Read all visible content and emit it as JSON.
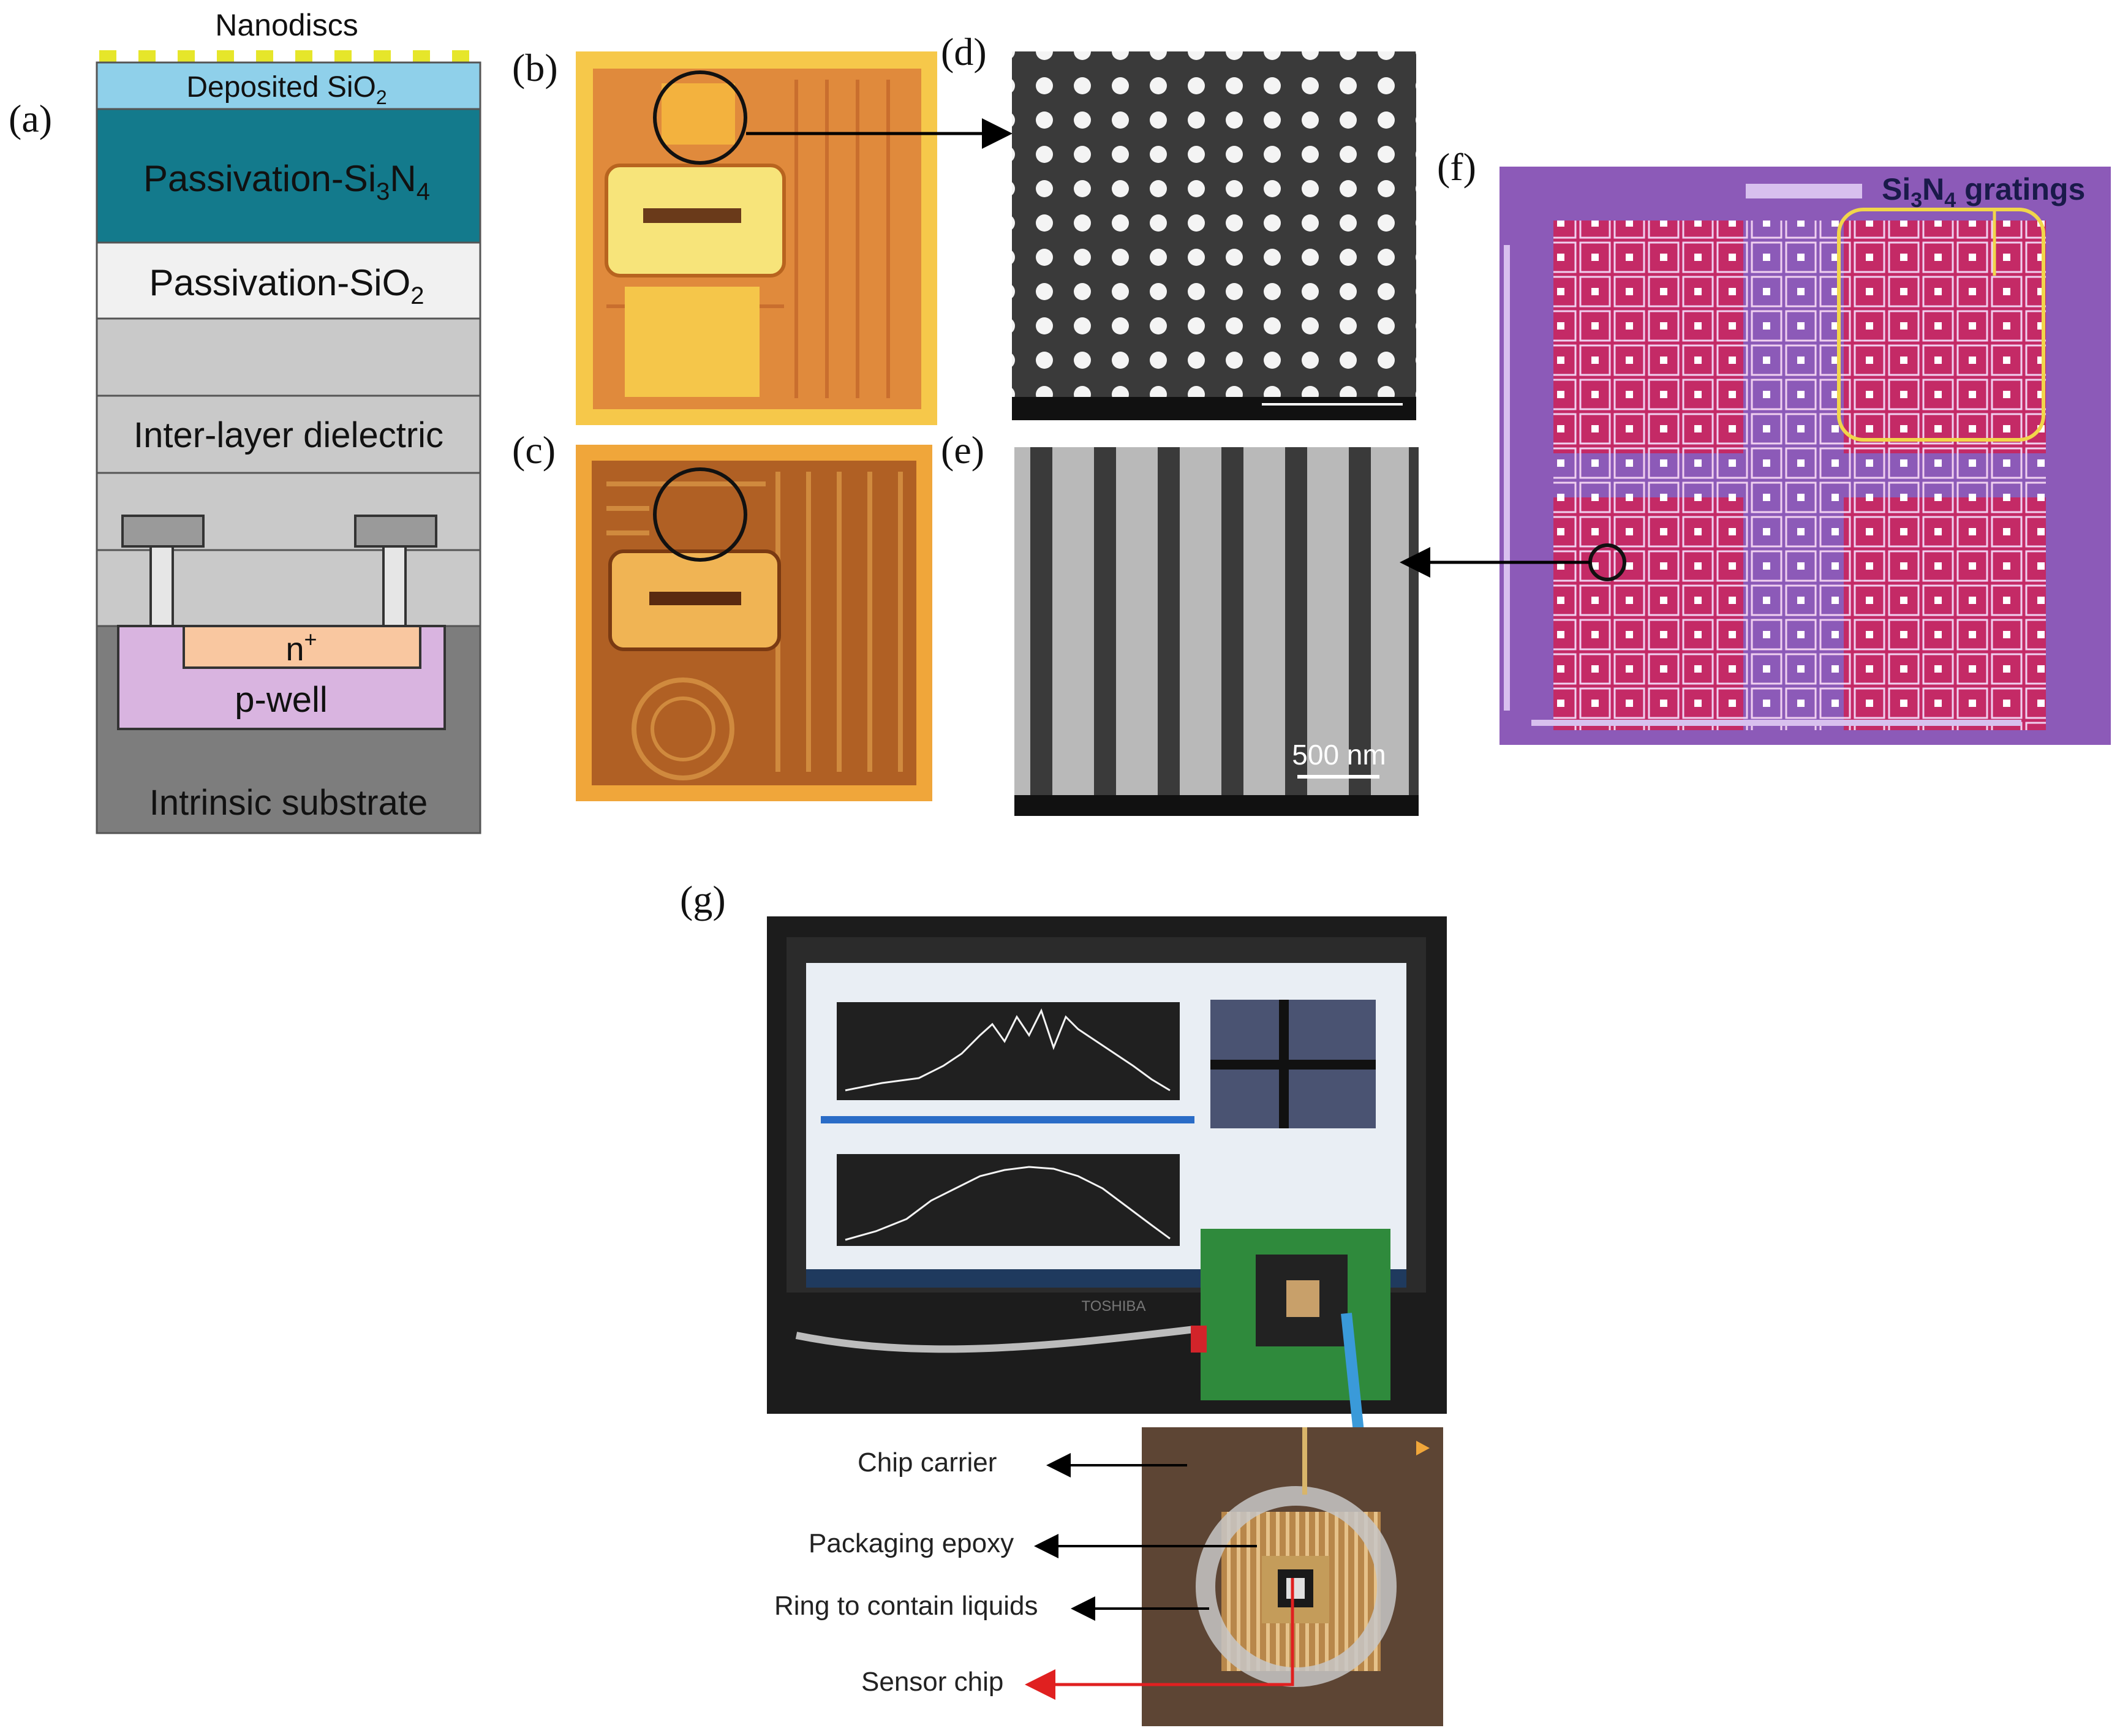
{
  "panel_labels": {
    "a": "(a)",
    "b": "(b)",
    "c": "(c)",
    "d": "(d)",
    "e": "(e)",
    "f": "(f)",
    "g": "(g)"
  },
  "layers": {
    "nanodiscs": "Nanodiscs",
    "deposited_sio2": "Deposited SiO",
    "deposited_sio2_sub": "2",
    "passivation_si3n4_a": "Passivation-Si",
    "passivation_si3n4_sub3": "3",
    "passivation_si3n4_n": "N",
    "passivation_si3n4_sub4": "4",
    "passivation_sio2": "Passivation-SiO",
    "passivation_sio2_sub": "2",
    "interlayer": "Inter-layer dielectric",
    "nplus": "n",
    "nplus_sup": "+",
    "pwell": "p-well",
    "substrate": "Intrinsic substrate"
  },
  "sem": {
    "scale_bar": "500 nm"
  },
  "gratings": {
    "si": "Si",
    "sub3": "3",
    "n": "N",
    "sub4": "4",
    "rest": " gratings"
  },
  "package_labels": {
    "chip_carrier": "Chip carrier",
    "packaging_epoxy": "Packaging epoxy",
    "ring": "Ring to contain liquids",
    "sensor_chip": "Sensor chip"
  },
  "laptop": {
    "brand": "TOSHIBA"
  },
  "colors": {
    "nanodisc": "#e6e62a",
    "deposited_sio2": "#8fd0ea",
    "si3n4": "#137a8c",
    "sio2": "#f1f1f1",
    "dielectric": "#c9c9c9",
    "nplus": "#f9c7a0",
    "pwell": "#d9b4e0",
    "substrate": "#7d7d7d",
    "chip_orange": "#e9a23a",
    "chip_yellow": "#f6c84a",
    "die_purple": "#8c5ab8",
    "die_red": "#c42a66",
    "arrow_blue": "#3a9ad9",
    "arrow_red": "#e02020"
  }
}
